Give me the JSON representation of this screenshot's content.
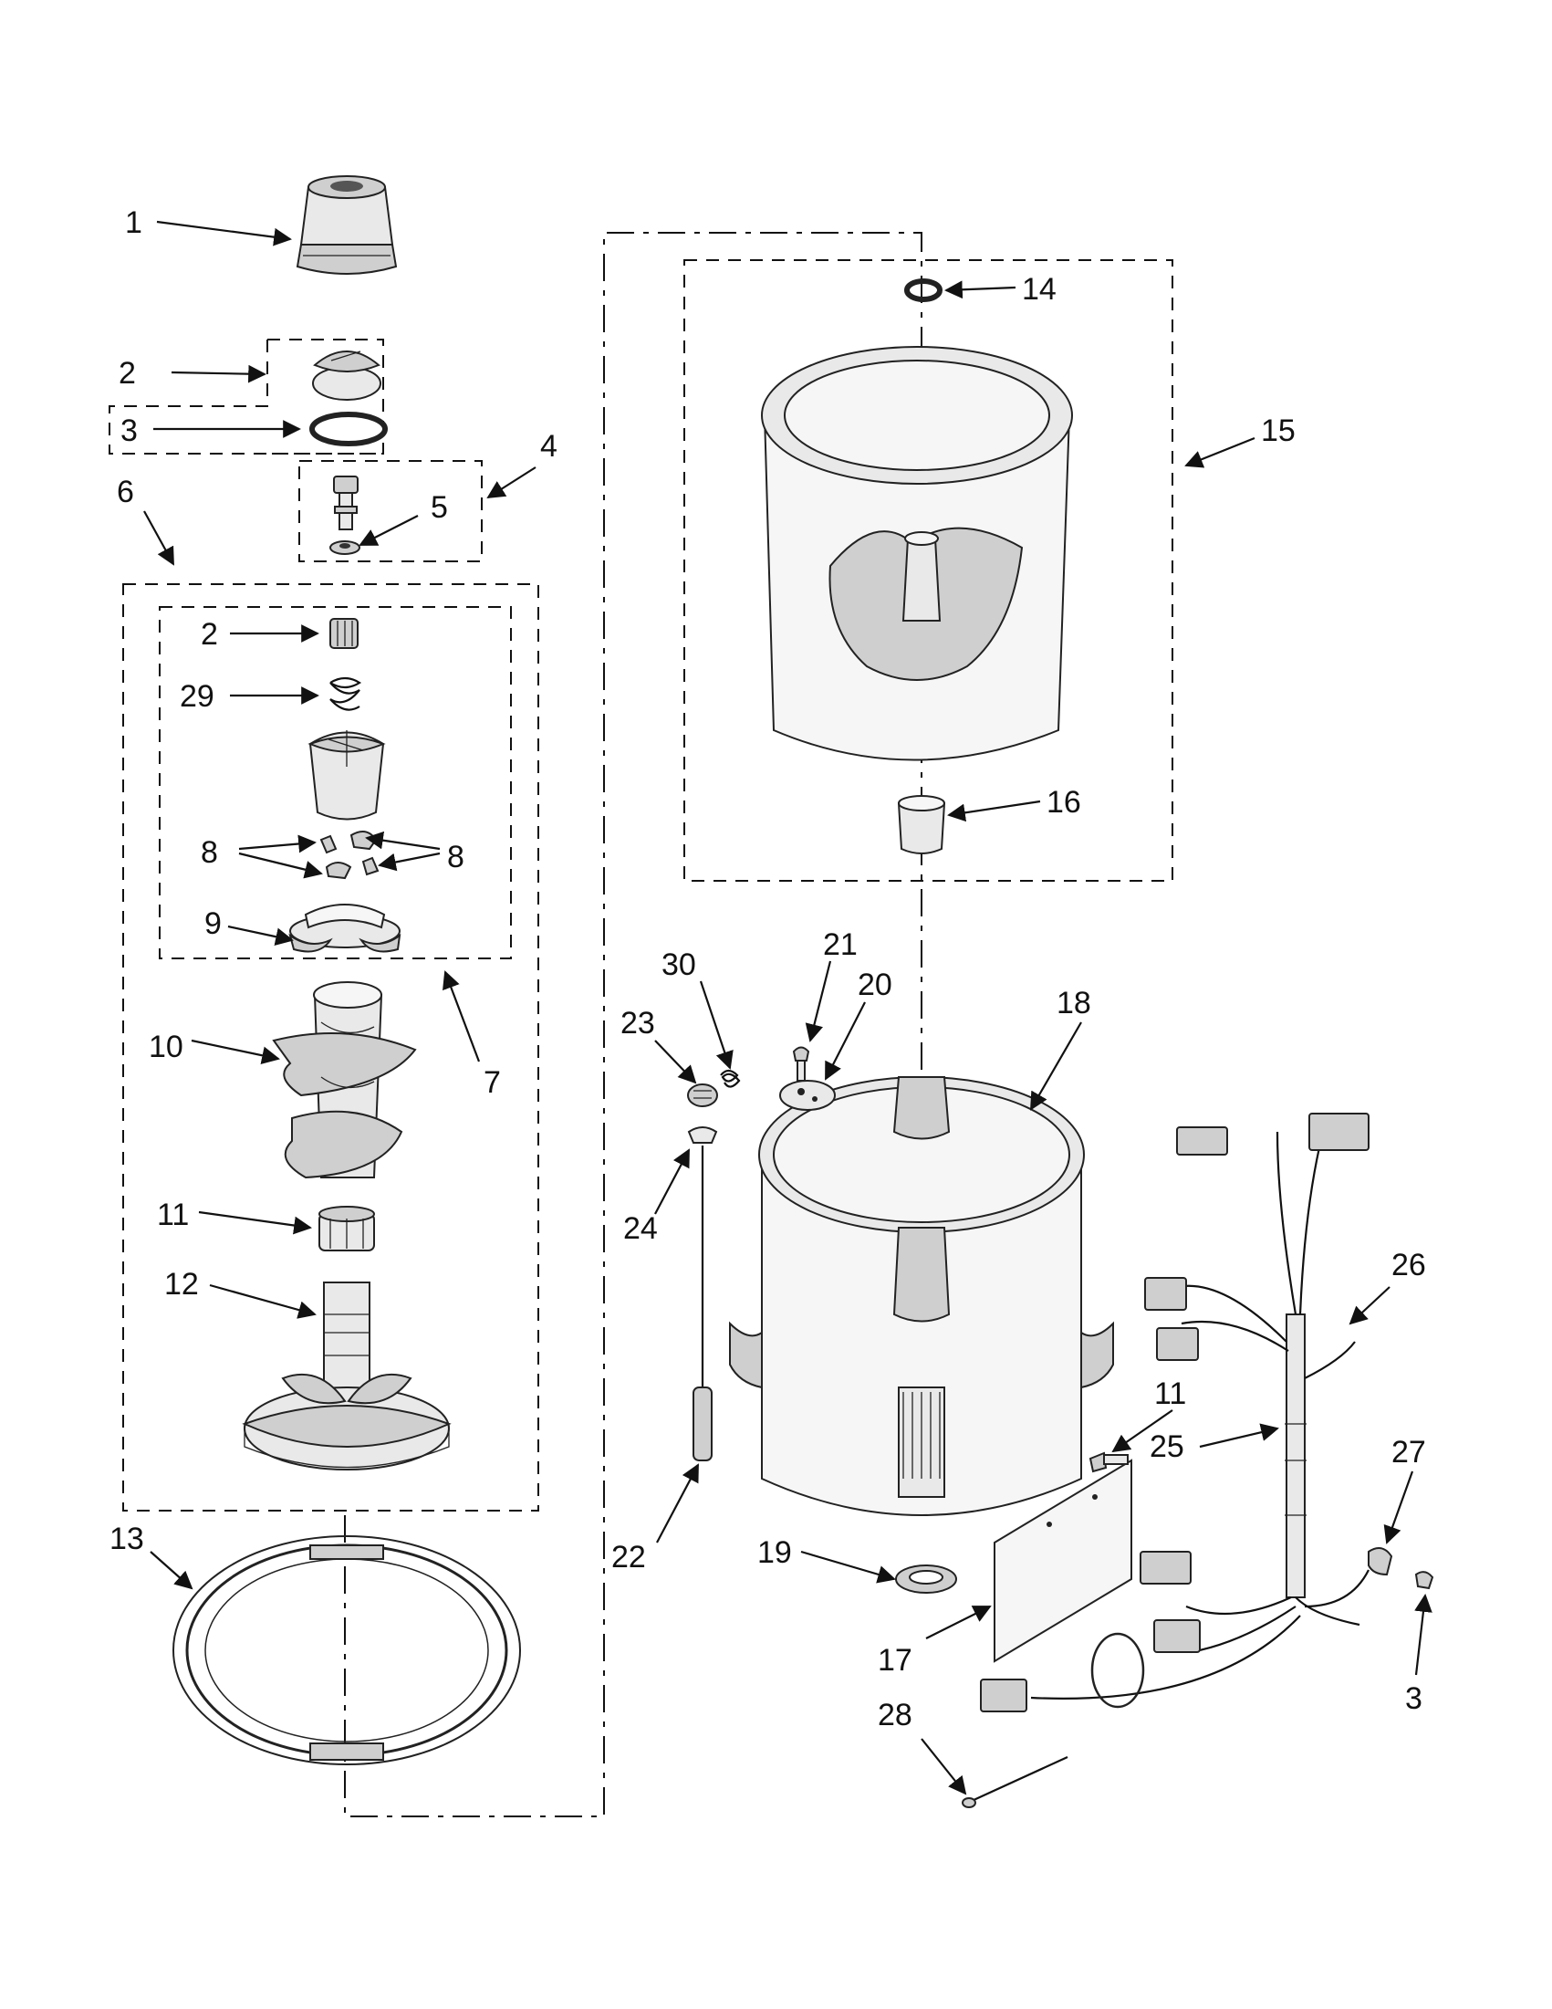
{
  "diagram": {
    "labels": [
      "1",
      "2",
      "3",
      "4",
      "5",
      "6",
      "2",
      "29",
      "8",
      "8",
      "9",
      "7",
      "10",
      "11",
      "12",
      "13",
      "14",
      "15",
      "16",
      "21",
      "20",
      "30",
      "23",
      "24",
      "18",
      "22",
      "19",
      "17",
      "28",
      "11",
      "25",
      "26",
      "27",
      "3"
    ]
  }
}
